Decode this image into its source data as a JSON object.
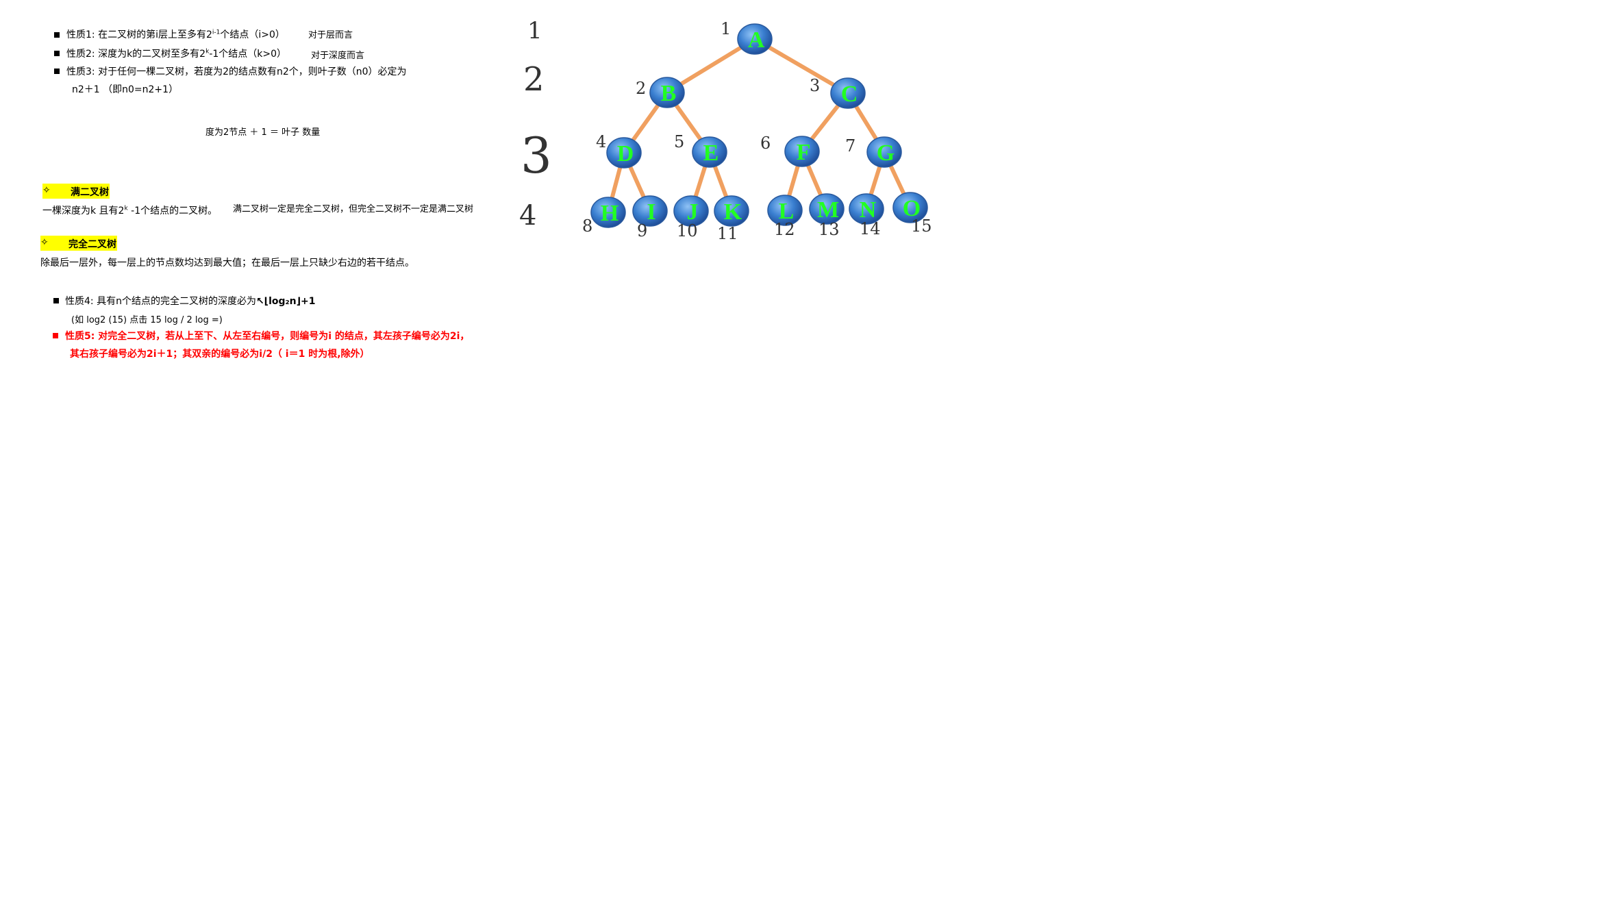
{
  "properties": {
    "p1": {
      "pre": "性质1: 在二叉树的第i层上至多有2",
      "sup": "i-1",
      "post": "个结点（i>0）",
      "note": "对于层而言"
    },
    "p2": {
      "pre": "性质2: 深度为k的二叉树至多有2",
      "sup": "k",
      "post": "-1个结点（k>0）",
      "note": "对于深度而言"
    },
    "p3": {
      "line1": "性质3: 对于任何一棵二叉树，若度为2的结点数有n2个，则叶子数（n0）必定为",
      "line2": "n2＋1 （即n0=n2+1）"
    },
    "degree_note": "度为2节点 ＋ 1 ＝ 叶子 数量"
  },
  "full_tree": {
    "diamond": "✧",
    "title": "满二叉树",
    "def_pre": "一棵深度为k 且有2",
    "def_sup": "k",
    "def_post": " -1个结点的二叉树。",
    "note": "满二叉树一定是完全二叉树，但完全二叉树不一定是满二叉树"
  },
  "complete_tree": {
    "diamond": "✧",
    "title": "完全二叉树",
    "def": "除最后一层外，每一层上的节点数均达到最大值；在最后一层上只缺少右边的若干结点。"
  },
  "p4": {
    "pre": "性质4: 具有n个结点的完全二叉树的深度必为",
    "formula": "↖⌊log₂n⌋+1",
    "example": "(如 log2 (15)   点击 15  log  /  2  log =)"
  },
  "p5": {
    "line1": "性质5: 对完全二叉树，若从上至下、从左至右编号，则编号为i 的结点，其左孩子编号必为2i，",
    "line2": "其右孩子编号必为2i＋1；其双亲的编号必为i/2（ i＝1 时为根,除外）"
  },
  "tree": {
    "levels": [
      "1",
      "2",
      "3",
      "4"
    ],
    "nodes": [
      {
        "label": "A",
        "num": "1"
      },
      {
        "label": "B",
        "num": "2"
      },
      {
        "label": "C",
        "num": "3"
      },
      {
        "label": "D",
        "num": "4"
      },
      {
        "label": "E",
        "num": "5"
      },
      {
        "label": "F",
        "num": "6"
      },
      {
        "label": "G",
        "num": "7"
      },
      {
        "label": "H",
        "num": "8"
      },
      {
        "label": "I",
        "num": "9"
      },
      {
        "label": "J",
        "num": "10"
      },
      {
        "label": "K",
        "num": "11"
      },
      {
        "label": "L",
        "num": "12"
      },
      {
        "label": "M",
        "num": "13"
      },
      {
        "label": "N",
        "num": "14"
      },
      {
        "label": "O",
        "num": "15"
      }
    ],
    "node_color": "#3a7fd0",
    "edge_color": "#f0a060",
    "letter_color": "#22ff22"
  }
}
